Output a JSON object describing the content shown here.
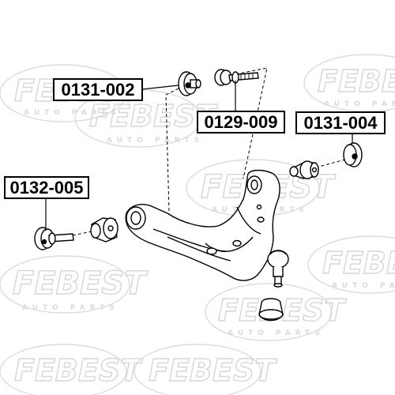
{
  "watermark": {
    "brand": "FEBEST",
    "tagline": "AUTO PARTS"
  },
  "part_labels": [
    {
      "id": "label-0131-002",
      "text": "0131-002"
    },
    {
      "id": "label-0129-009",
      "text": "0129-009"
    },
    {
      "id": "label-0131-004",
      "text": "0131-004"
    },
    {
      "id": "label-0132-005",
      "text": "0132-005"
    }
  ],
  "colors": {
    "ink": "#000000",
    "watermark": "#d6d6d6",
    "paper": "#ffffff"
  }
}
